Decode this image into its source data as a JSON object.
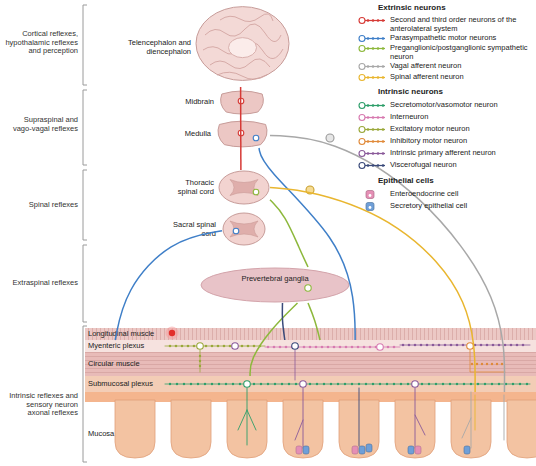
{
  "diagram": {
    "nodes": [
      {
        "text": [
          "Telencephalon and diencephalon"
        ]
      },
      {
        "text": [
          "Midbrain"
        ]
      },
      {
        "text": [
          "Medulla"
        ]
      },
      {
        "text": [
          "Thoracic spinal cord"
        ]
      },
      {
        "text": [
          "Sacral spinal cord"
        ]
      },
      {
        "text": [
          "Prevertebral ganglia"
        ]
      },
      {
        "text": [
          "Longitudinal muscle"
        ]
      },
      {
        "text": [
          "Myenteric plexus"
        ]
      },
      {
        "text": [
          "Circular muscle"
        ]
      },
      {
        "text": [
          "Submucosal plexus"
        ]
      },
      {
        "text": [
          "Mucosa"
        ]
      }
    ],
    "edges": [
      {
        "from": 3,
        "to": 0,
        "arrow": "none"
      },
      {
        "from": 2,
        "to": 7,
        "arrow": "none"
      },
      {
        "from": 4,
        "to": 7,
        "arrow": "none"
      },
      {
        "from": 10,
        "to": 2,
        "arrow": "none"
      },
      {
        "from": 10,
        "to": 3,
        "arrow": "none"
      },
      {
        "from": 3,
        "to": 5,
        "arrow": "none"
      },
      {
        "from": 5,
        "to": 9,
        "arrow": "none"
      },
      {
        "from": 5,
        "to": 7,
        "arrow": "none"
      },
      {
        "from": 7,
        "to": 5,
        "arrow": "none"
      }
    ],
    "labels": [
      "Cortical reflexes, hypothalamic reflexes and perception",
      "Supraspinal and vago-vagal reflexes",
      "Spinal reflexes",
      "Extraspinal reflexes",
      "Intrinsic reflexes and sensory neuron axonal reflexes",
      "Extrinsic neurons",
      "Intrinsic neurons",
      "Epithelial cells"
    ],
    "legend": [
      {
        "text": "Second and third order neurons of the anterolateral system",
        "color": "#d63a36"
      },
      {
        "text": "Parasympathetic motor neurons",
        "color": "#3f7fc8"
      },
      {
        "text": "Preganglionic/postganglionic sympathetic neuron",
        "color": "#8db83c"
      },
      {
        "text": "Vagal afferent neuron",
        "color": "#a8a8a8"
      },
      {
        "text": "Spinal afferent neuron",
        "color": "#e9b62f"
      },
      {
        "text": "Secretomotor/vasomotor neuron",
        "color": "#2e9e6a"
      },
      {
        "text": "Interneuron",
        "color": "#d77ab0"
      },
      {
        "text": "Excitatory motor neuron",
        "color": "#9aa83a"
      },
      {
        "text": "Inhibitory motor neuron",
        "color": "#e08a3a"
      },
      {
        "text": "Intrinsic primary afferent neuron",
        "color": "#8a5a9a"
      },
      {
        "text": "Viscerofugal neuron",
        "color": "#3a4a7a"
      },
      {
        "text": "Enteroendocrine cell",
        "color": "#e58fb5"
      },
      {
        "text": "Secretory epithelial cell",
        "color": "#6f9fd8"
      }
    ]
  }
}
